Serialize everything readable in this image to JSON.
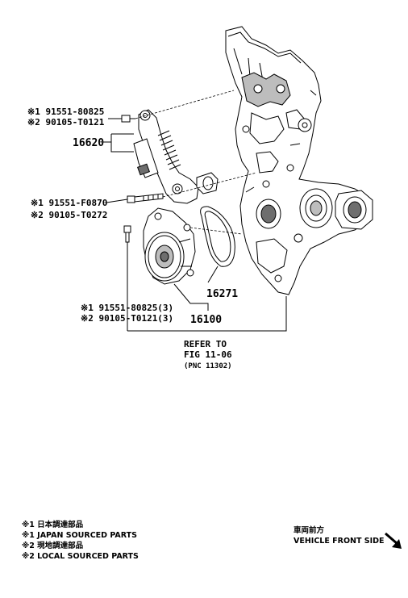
{
  "callouts": {
    "bolt_top_1": "※1 91551-80825",
    "bolt_top_2": "※2 90105-T0121",
    "tensioner": "16620",
    "bolt_mid_1": "※1 91551-F0870",
    "bolt_mid_2": "※2 90105-T0272",
    "gasket": "16271",
    "bolt_low_1": "※1 91551-80825(3)",
    "bolt_low_2": "※2 90105-T0121(3)",
    "water_pump": "16100",
    "refer_line1": "REFER TO",
    "refer_line2": "FIG 11-06",
    "refer_line3": "(PNC 11302)"
  },
  "legend": {
    "line1": "※1 日本調達部品",
    "line2": "※1 JAPAN SOURCED PARTS",
    "line3": "※2 現地調達部品",
    "line4": "※2 LOCAL SOURCED PARTS"
  },
  "direction": {
    "label_jp": "車両前方",
    "label_en": "VEHICLE FRONT SIDE"
  },
  "icons": {
    "direction_arrow": "arrow-down-right-icon"
  }
}
